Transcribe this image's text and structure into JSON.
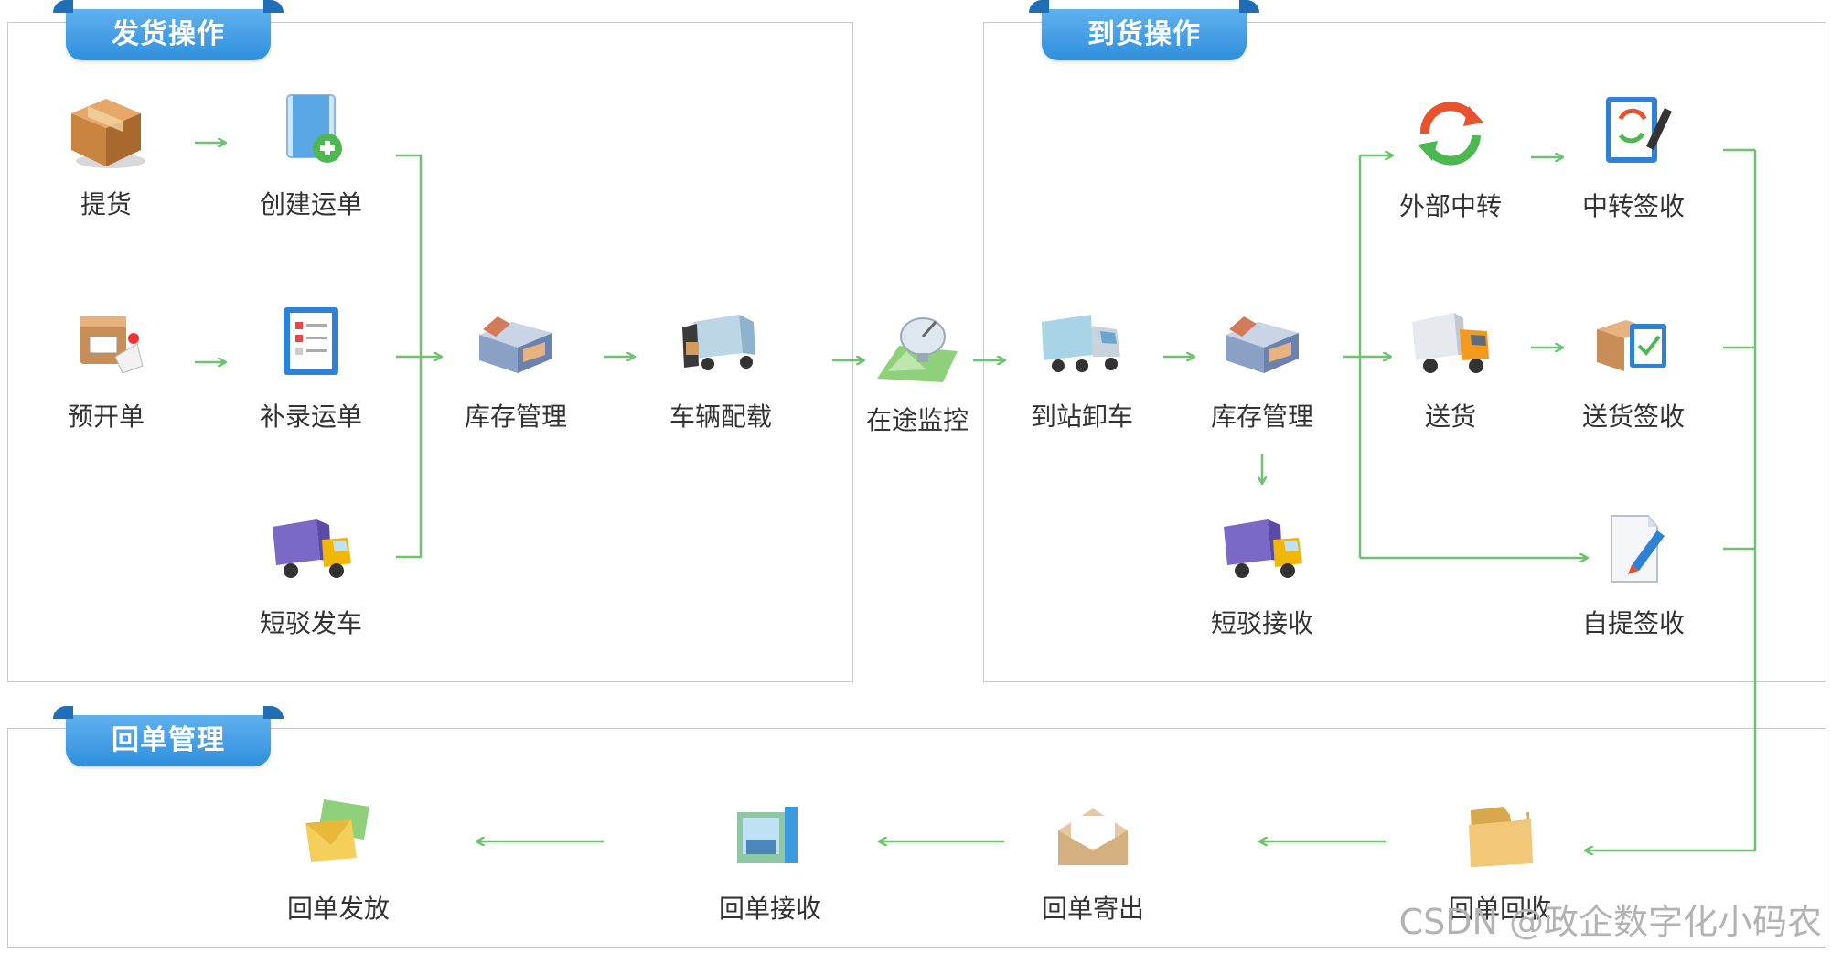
{
  "panels": {
    "shipping": {
      "title": "发货操作"
    },
    "arrival": {
      "title": "到货操作"
    },
    "receipt": {
      "title": "回单管理"
    }
  },
  "nodes": {
    "pickup": "提货",
    "create_waybill": "创建运单",
    "pre_order": "预开单",
    "supplement_waybill": "补录运单",
    "short_dispatch": "短驳发车",
    "inventory_1": "库存管理",
    "vehicle_loading": "车辆配载",
    "transit_monitor": "在途监控",
    "arrival_unload": "到站卸车",
    "inventory_2": "库存管理",
    "short_receive": "短驳接收",
    "external_transfer": "外部中转",
    "transfer_sign": "中转签收",
    "delivery": "送货",
    "delivery_sign": "送货签收",
    "self_pickup_sign": "自提签收",
    "receipt_recycle": "回单回收",
    "receipt_send": "回单寄出",
    "receipt_receive": "回单接收",
    "receipt_issue": "回单发放"
  },
  "watermark": "CSDN @政企数字化小码农",
  "colors": {
    "arrow": "#6cc46f",
    "tab": "#3b99e0",
    "border": "#c9c9c9"
  }
}
